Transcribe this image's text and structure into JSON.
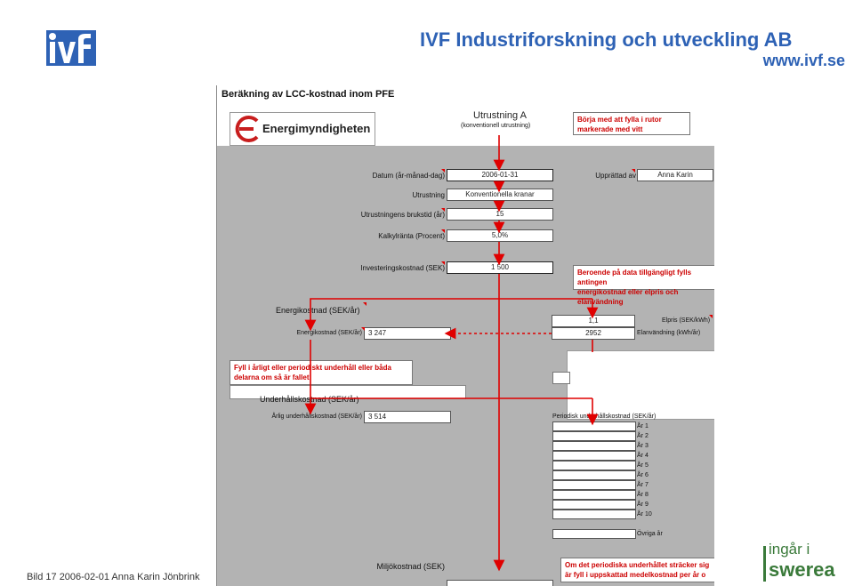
{
  "header": {
    "logo_text": "ivf",
    "title": "IVF Industriforskning och utveckling AB",
    "url": "www.ivf.se"
  },
  "footer": {
    "text": "Bild 17 2006-02-01 Anna Karin Jönbrink"
  },
  "swerea_logo": {
    "line1": "ingår i",
    "line2": "swerea"
  },
  "sheet": {
    "heading": "Beräkning av LCC-kostnad inom PFE",
    "logo_text": "Energimyndigheten",
    "equipment_title": "Utrustning A",
    "equipment_subtitle": "(konventionell utrustning)",
    "note_start": [
      "Börja med att fylla i rutor",
      "markerade med vitt"
    ],
    "date_label": "Datum (år-månad-dag)",
    "date_value": "2006-01-31",
    "prepared_label": "Upprättad av",
    "prepared_value": "Anna Karin",
    "equipment_label": "Utrustning",
    "equipment_value": "Konventionella kranar",
    "lifetime_label": "Utrustningens brukstid (år)",
    "lifetime_value": "15",
    "rate_label": "Kalkylränta (Procent)",
    "rate_value": "5,0%",
    "investment_label": "Investeringskostnad (SEK)",
    "investment_value": "1 500",
    "note_energy": [
      "Beroende på data tillgängligt fylls antingen",
      "energikostnad eller elpris och elanvändning"
    ],
    "energy_section": "Energikostnad (SEK/år)",
    "energy_cost_label": "Energikostnad (SEK/år)",
    "energy_cost_value": "3 247",
    "price_value": "1,1",
    "price_label": "Elpris (SEK/kWh)",
    "usage_value": "2952",
    "usage_label": "Elanvändning (kWh/år)",
    "note_maint": [
      "Fyll i årligt eller periodiskt underhåll eller båda",
      "delarna om så är fallet"
    ],
    "maint_section": "Underhållskostnad (SEK/år)",
    "annual_maint_label": "Årlig underhållskostnad (SEK/år)",
    "annual_maint_value": "3 514",
    "periodic_label": "Periodisk underhållskostnad (SEK/år)",
    "years": [
      "År 1",
      "År 2",
      "År 3",
      "År 4",
      "År 5",
      "År 6",
      "År 7",
      "År 8",
      "År 9",
      "År 10"
    ],
    "other_years": "Övriga år",
    "env_label": "Miljökostnad (SEK)",
    "note_periodic": [
      "Om det periodiska underhållet sträcker sig",
      "är fyll i uppskattad medelkostnad per år o"
    ]
  },
  "colors": {
    "brand_blue": "#2e62b5",
    "arrow_red": "#e00000",
    "sheet_gray": "#b3b3b3"
  }
}
